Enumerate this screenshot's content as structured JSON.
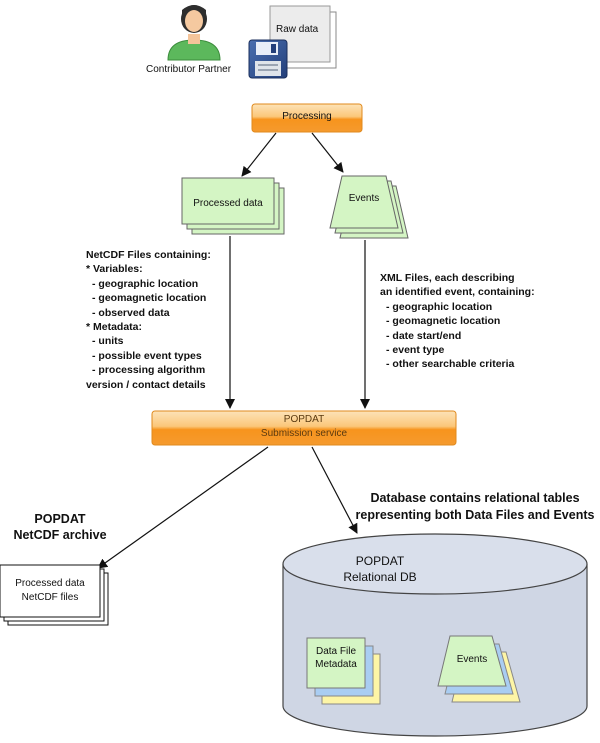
{
  "contributor": {
    "label": "Contributor Partner"
  },
  "raw_data": {
    "label": "Raw data"
  },
  "processing": {
    "label": "Processing"
  },
  "processed_data": {
    "label": "Processed data"
  },
  "events": {
    "label": "Events"
  },
  "netcdf_notes": {
    "lines": [
      "NetCDF Files containing:",
      "* Variables:",
      "- geographic location",
      "- geomagnetic location",
      "- observed data",
      "* Metadata:",
      "- units",
      "- possible event types",
      "- processing algorithm",
      "version / contact details"
    ]
  },
  "xml_notes": {
    "lines": [
      "XML Files, each describing",
      "an identified event, containing:",
      "- geographic location",
      "- geomagnetic location",
      "- date start/end",
      "- event type",
      "- other searchable criteria"
    ]
  },
  "submission": {
    "title": "POPDAT",
    "subtitle": "Submission service"
  },
  "archive": {
    "line1": "POPDAT",
    "line2": "NetCDF archive"
  },
  "archive_files": {
    "line1": "Processed data",
    "line2": "NetCDF files"
  },
  "db_note": {
    "line1": "Database contains relational tables",
    "line2": "representing both Data Files and Events"
  },
  "database": {
    "line1": "POPDAT",
    "line2": "Relational DB"
  },
  "db_datafile": {
    "line1": "Data File",
    "line2": "Metadata"
  },
  "db_events": {
    "label": "Events"
  },
  "colors": {
    "orange": "#f7941d",
    "green": "#d4f5c4",
    "cylinder": "#cfd6e4",
    "blue_sheet": "#a9cdf2",
    "yellow_sheet": "#fdf5a6"
  }
}
